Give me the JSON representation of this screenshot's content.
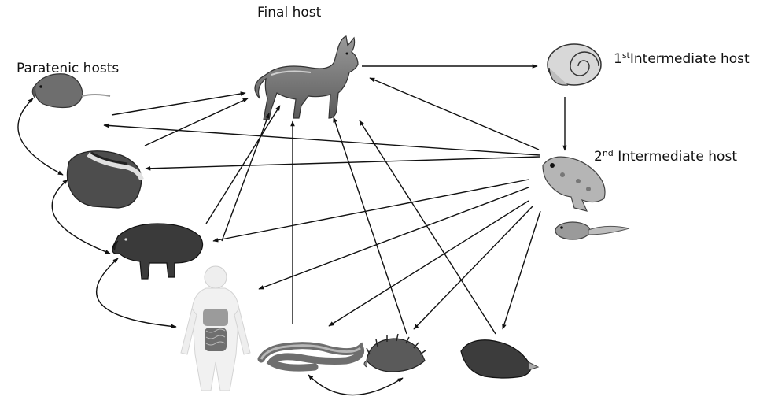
{
  "labels": {
    "final_host": "Final host",
    "paratenic_hosts": "Paratenic hosts",
    "first_intermediate": {
      "num": "1",
      "sup": "st",
      "text": "Intermediate host"
    },
    "second_intermediate": {
      "num": "2",
      "sup": "nd",
      "text": " Intermediate host"
    }
  },
  "hosts": [
    {
      "id": "jackal",
      "icon": "jackal-icon"
    },
    {
      "id": "snail",
      "icon": "snail-icon"
    },
    {
      "id": "frog",
      "icon": "frog-icon"
    },
    {
      "id": "tadpole",
      "icon": "tadpole-icon"
    },
    {
      "id": "rat",
      "icon": "rat-icon"
    },
    {
      "id": "badger",
      "icon": "badger-icon"
    },
    {
      "id": "boar",
      "icon": "boar-icon"
    },
    {
      "id": "human",
      "icon": "human-icon"
    },
    {
      "id": "snake",
      "icon": "snake-icon"
    },
    {
      "id": "hedgehog",
      "icon": "hedgehog-icon"
    },
    {
      "id": "mole",
      "icon": "mole-icon"
    }
  ],
  "colors": {
    "ink": "#111111",
    "fur_dark": "#3a3a3a",
    "fur_mid": "#8c8c8c",
    "fur_light": "#cfcfcf"
  }
}
